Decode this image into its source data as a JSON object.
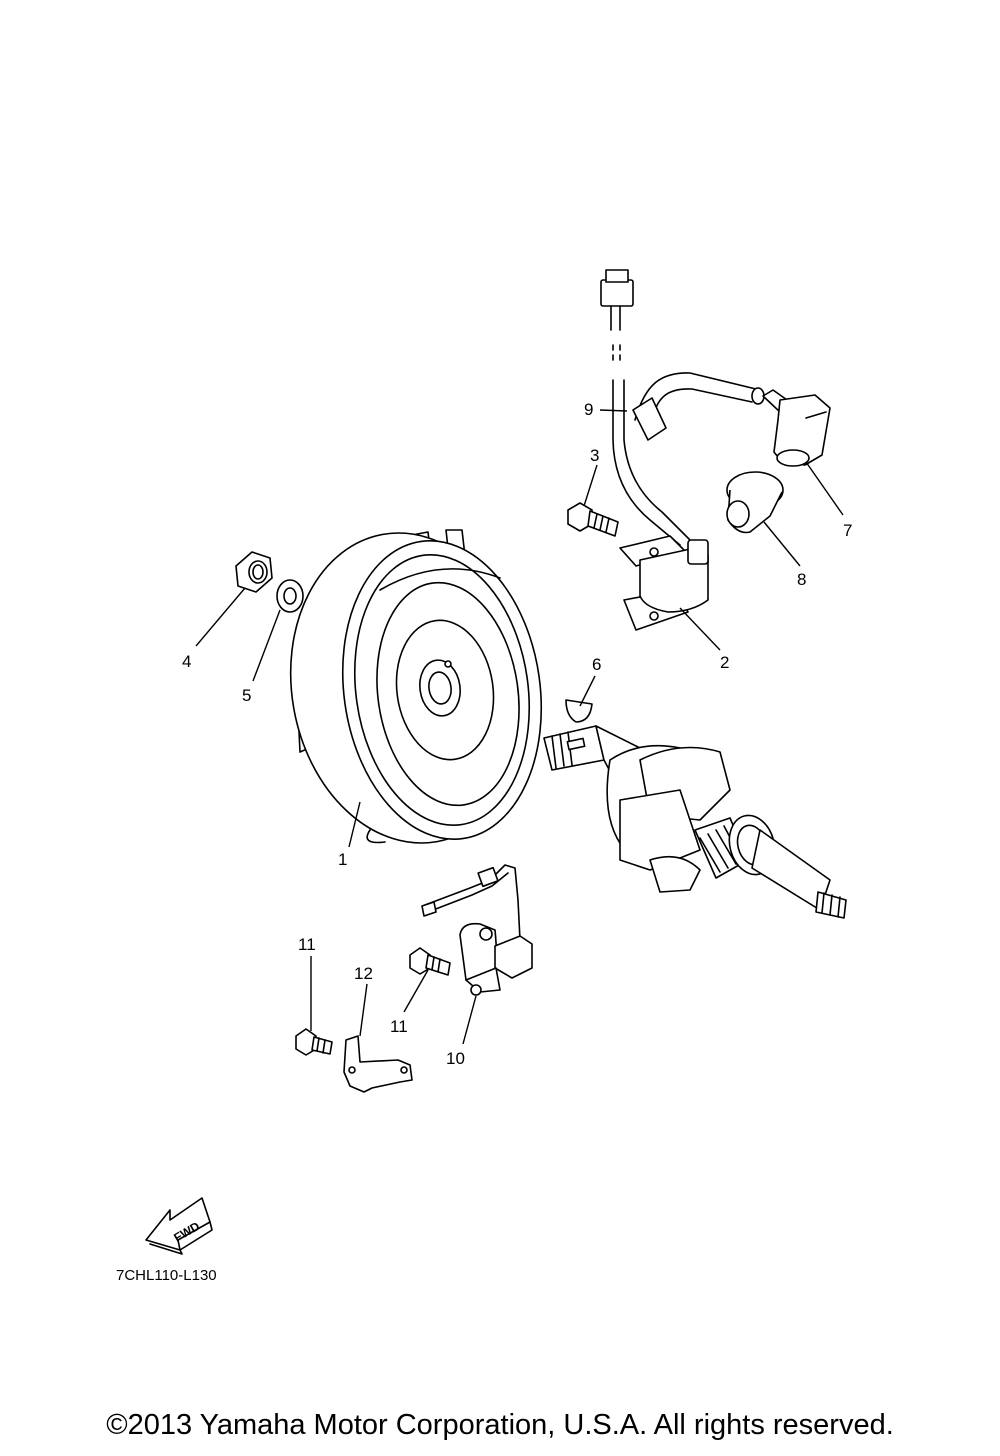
{
  "diagram": {
    "part_numbers": [
      "1",
      "2",
      "3",
      "4",
      "5",
      "6",
      "7",
      "8",
      "9",
      "10",
      "11",
      "11",
      "12"
    ],
    "diagram_code": "7CHL110-L130",
    "fwd_label": "FWD",
    "copyright": "©2013 Yamaha Motor Corporation, U.S.A. All rights reserved."
  }
}
